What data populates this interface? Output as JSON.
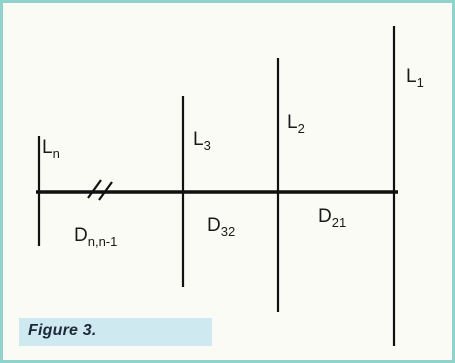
{
  "element_labels": {
    "L1": {
      "main": "L",
      "sub": "1"
    },
    "L2": {
      "main": "L",
      "sub": "2"
    },
    "L3": {
      "main": "L",
      "sub": "3"
    },
    "Ln": {
      "main": "L",
      "sub": "n"
    }
  },
  "spacing_labels": {
    "D21": {
      "main": "D",
      "sub": "21"
    },
    "D32": {
      "main": "D",
      "sub": "32"
    },
    "Dnn1": {
      "main": "D",
      "sub": "n,n-1"
    }
  },
  "caption": "Figure 3.",
  "colors": {
    "frame_border": "#8fd3cc",
    "caption_background": "#cfe9f1",
    "line": "#111111"
  }
}
